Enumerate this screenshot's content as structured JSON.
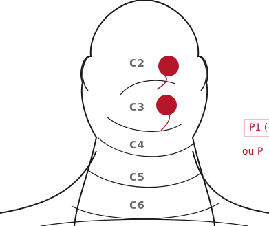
{
  "vertebrae": [
    {
      "label": "C2"
    },
    {
      "label": "C3"
    },
    {
      "label": "C4"
    },
    {
      "label": "C5"
    },
    {
      "label": "C6"
    }
  ],
  "electrodes": [
    {
      "name": "upper"
    },
    {
      "name": "lower"
    }
  ],
  "legend": {
    "line1": "P1 (",
    "line2": "ou P"
  },
  "colors": {
    "outline": "#1a1a1a",
    "label": "#6a6a6a",
    "electrode": "#b5162a",
    "legend_text": "#b5162a",
    "legend_border": "#f0c2c8"
  }
}
